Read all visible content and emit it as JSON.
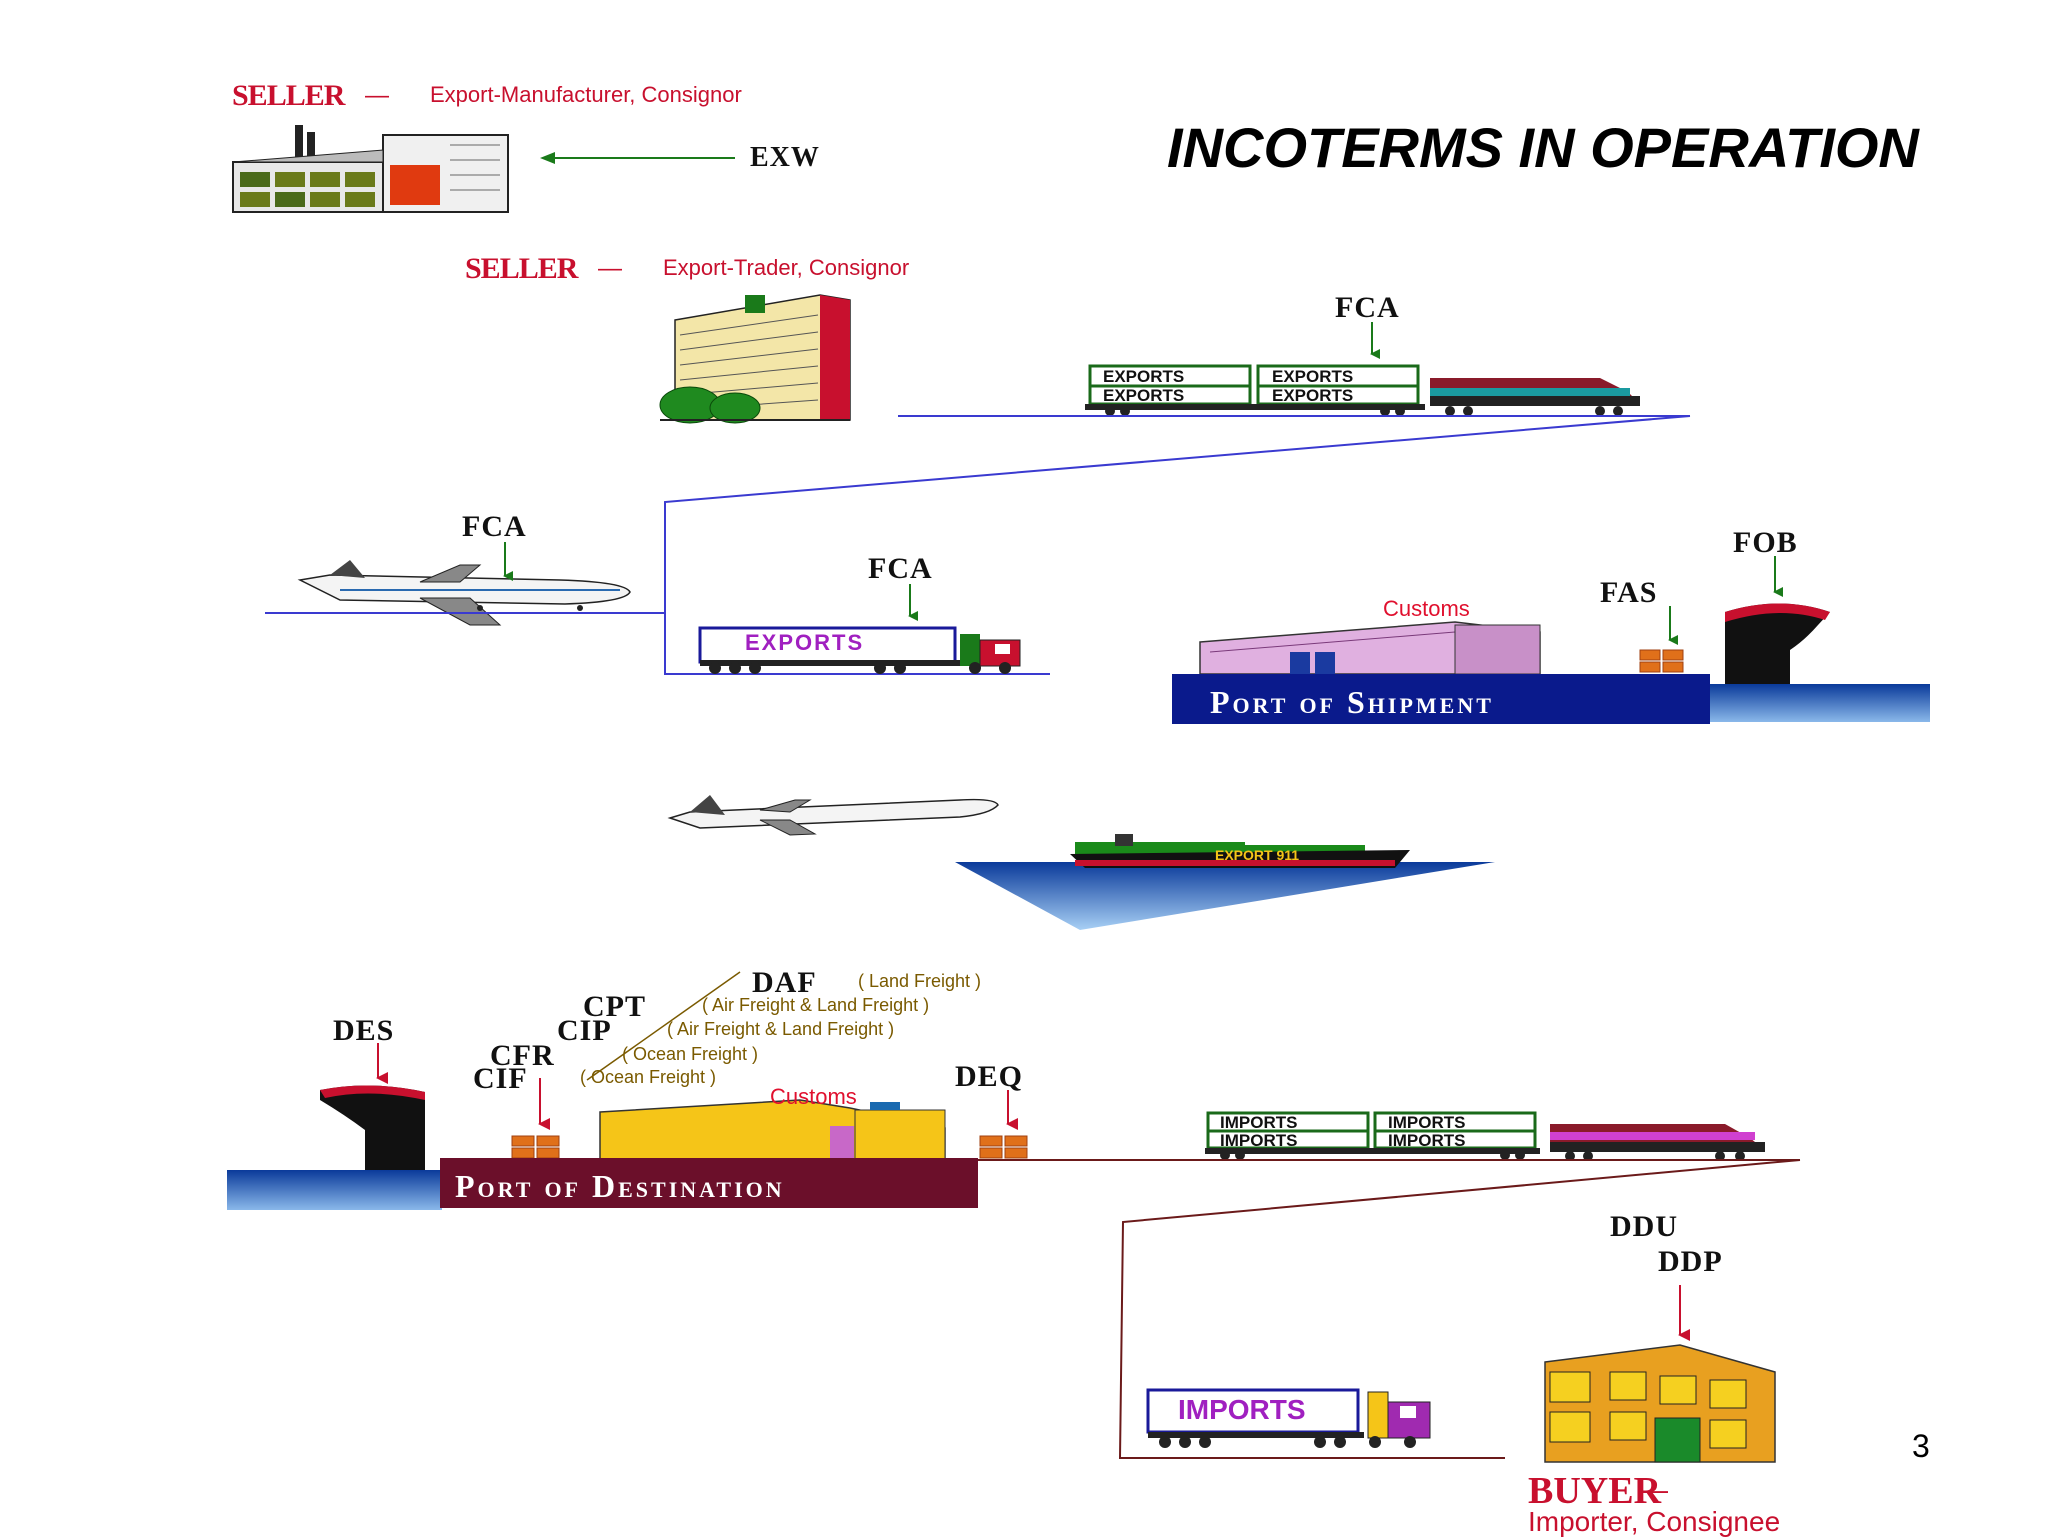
{
  "title": "INCOTERMS IN OPERATION",
  "page_number": "3",
  "seller_manufacturer": {
    "label": "SELLER",
    "dash": "—",
    "description": "Export-Manufacturer, Consignor",
    "term": "EXW"
  },
  "seller_trader": {
    "label": "SELLER",
    "dash": "—",
    "description": "Export-Trader, Consignor"
  },
  "terms": {
    "fca_rail": "FCA",
    "fca_air": "FCA",
    "fca_truck": "FCA",
    "fas": "FAS",
    "fob": "FOB",
    "des": "DES",
    "cfr": "CFR",
    "cif": "CIF",
    "cpt": "CPT",
    "cip": "CIP",
    "daf": "DAF",
    "deq": "DEQ",
    "ddu": "DDU",
    "ddp": "DDP"
  },
  "freight_notes": {
    "daf": "( Land Freight )",
    "cpt": "( Air Freight & Land Freight )",
    "cip": "( Air Freight & Land Freight )",
    "cfr": "( Ocean Freight )",
    "cif": "( Ocean Freight )"
  },
  "export_boxes": [
    "EXPORTS",
    "EXPORTS",
    "EXPORTS",
    "EXPORTS"
  ],
  "import_boxes": [
    "IMPORTS",
    "IMPORTS",
    "IMPORTS",
    "IMPORTS"
  ],
  "export_truck_label": "EXPORTS",
  "import_truck_label": "IMPORTS",
  "ship_label": "EXPORT 911",
  "customs_shipment": "Customs",
  "customs_destination": "Customs",
  "port_shipment": "Port of Shipment",
  "port_destination": "Port of Destination",
  "buyer": {
    "label": "BUYER",
    "dash": "—",
    "description": "Importer, Consignee"
  },
  "colors": {
    "seller_red": "#c8102e",
    "port_blue": "#0a1a8c",
    "port_maroon": "#6b0f2a",
    "line_blue": "#3a3ad0",
    "line_maroon": "#6b1a1a",
    "arrow_green": "#1a7a1a",
    "arrow_red": "#c8102e"
  },
  "icons": [
    "factory-icon",
    "office-building-icon",
    "freight-train-icon",
    "airplane-icon",
    "truck-icon",
    "warehouse-icon",
    "ship-bow-icon",
    "cargo-ship-icon",
    "cargo-pallet-icon",
    "buyer-building-icon"
  ]
}
